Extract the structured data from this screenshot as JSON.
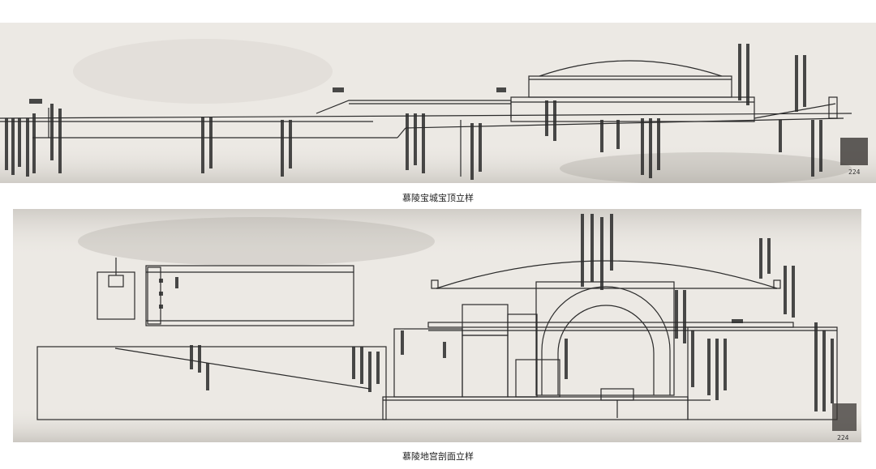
{
  "figures": [
    {
      "caption": "慕陵宝城宝顶立样",
      "page_number": "224"
    },
    {
      "caption": "慕陵地宫剖面立样",
      "page_number": "224"
    }
  ],
  "colors": {
    "paper": "#ece9e4",
    "ink": "#2b2b2b",
    "background": "#ffffff"
  }
}
